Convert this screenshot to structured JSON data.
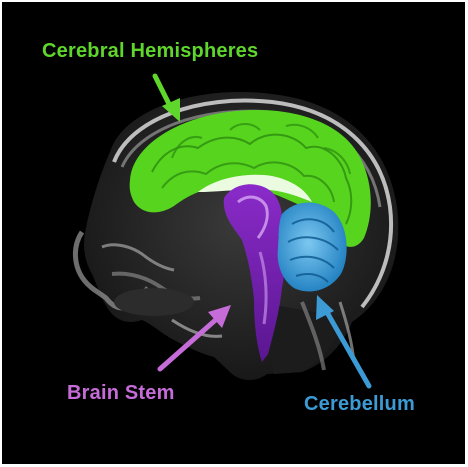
{
  "labels": {
    "cerebral_hemispheres": "Cerebral Hemispheres",
    "brain_stem": "Brain Stem",
    "cerebellum": "Cerebellum"
  },
  "colors": {
    "background": "#000000",
    "cerebral": "#5fd62c",
    "brain_stem": "#c66cd9",
    "cerebellum": "#3c9bd4",
    "cerebral_fill": "#56d41e",
    "brain_stem_fill": "#9a2fd0",
    "cerebellum_fill": "#2d95d8"
  },
  "icons": {
    "arrow_cerebral": "arrow-down-right-icon",
    "arrow_brain_stem": "arrow-up-right-icon",
    "arrow_cerebellum": "arrow-up-left-icon"
  }
}
